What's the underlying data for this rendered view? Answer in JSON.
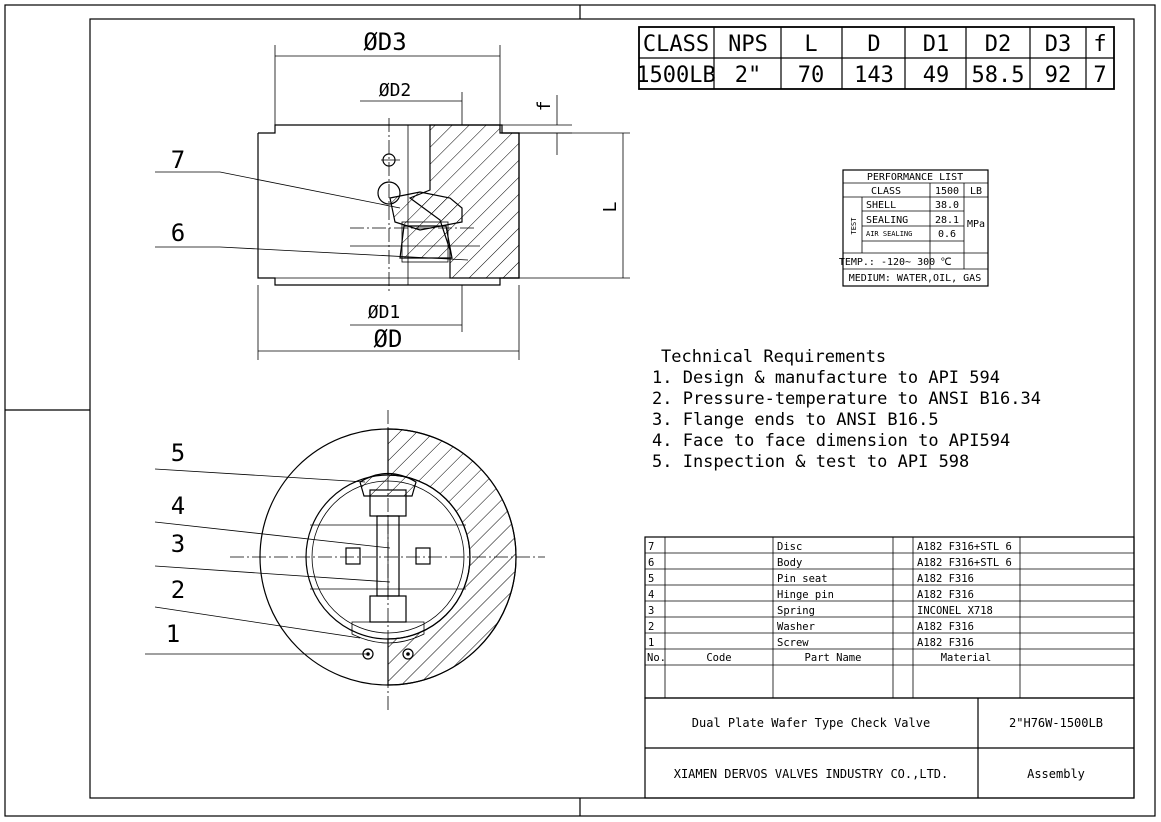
{
  "dimension_table": {
    "headers": [
      "CLASS",
      "NPS",
      "L",
      "D",
      "D1",
      "D2",
      "D3",
      "f"
    ],
    "values": [
      "1500LB",
      "2\"",
      "70",
      "143",
      "49",
      "58.5",
      "92",
      "7"
    ]
  },
  "performance": {
    "title": "PERFORMANCE LIST",
    "class_label": "CLASS",
    "class_value": "1500",
    "class_unit": "LB",
    "test_label": "TEST",
    "shell_label": "SHELL",
    "shell_value": "38.0",
    "sealing_label": "SEALING",
    "sealing_value": "28.1",
    "air_label": "AIR SEALING",
    "air_value": "0.6",
    "pressure_unit": "MPa",
    "temp_label": "TEMP.: -120~ 300",
    "temp_unit": "℃",
    "medium": "MEDIUM: WATER,OIL, GAS"
  },
  "requirements": {
    "title": "Technical Requirements",
    "items": [
      "1. Design & manufacture to API 594",
      "2. Pressure-temperature to ANSI B16.34",
      "3. Flange ends to ANSI B16.5",
      "4. Face to face dimension to API594",
      "5. Inspection & test to API 598"
    ]
  },
  "bom": {
    "rows": [
      {
        "no": "7",
        "code": "",
        "name": "Disc",
        "material": "A182 F316+STL 6"
      },
      {
        "no": "6",
        "code": "",
        "name": "Body",
        "material": "A182 F316+STL 6"
      },
      {
        "no": "5",
        "code": "",
        "name": "Pin seat",
        "material": "A182 F316"
      },
      {
        "no": "4",
        "code": "",
        "name": "Hinge pin",
        "material": "A182 F316"
      },
      {
        "no": "3",
        "code": "",
        "name": "Spring",
        "material": "INCONEL X718"
      },
      {
        "no": "2",
        "code": "",
        "name": "Washer",
        "material": "A182 F316"
      },
      {
        "no": "1",
        "code": "",
        "name": "Screw",
        "material": "A182 F316"
      }
    ],
    "header": {
      "no": "No.",
      "code": "Code",
      "name": "Part Name",
      "material": "Material"
    }
  },
  "title_block": {
    "product": "Dual Plate Wafer Type Check Valve",
    "model": "2\"H76W-1500LB",
    "company": "XIAMEN DERVOS VALVES INDUSTRY CO.,LTD.",
    "sheet": "Assembly"
  },
  "labels": {
    "d3": "ØD3",
    "d2": "ØD2",
    "d1": "ØD1",
    "d": "ØD",
    "l": "L",
    "f": "f",
    "callouts": [
      "7",
      "6",
      "5",
      "4",
      "3",
      "2",
      "1"
    ]
  }
}
